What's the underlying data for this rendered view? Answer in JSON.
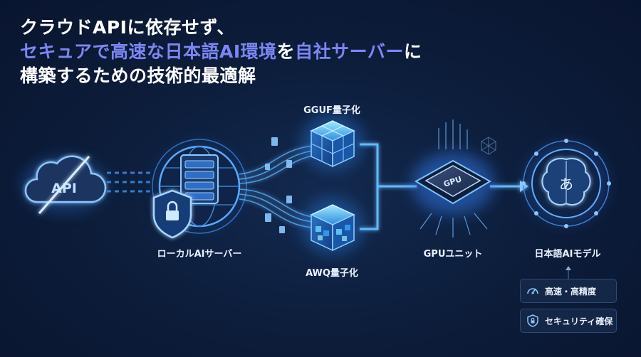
{
  "title": {
    "line1": "クラウドAPIに依存せず、",
    "line2_accent1": "セキュアで高速な日本語AI環境",
    "line2_mid": "を",
    "line2_accent2": "自社サーバー",
    "line2_end": "に",
    "line3": "構築するための技術的最適解"
  },
  "diagram": {
    "cloud_text": "API",
    "gpu_chip_text": "GPU",
    "brain_char": "あ",
    "labels": {
      "server": "ローカルAIサーバー",
      "gguf": "GGUF量子化",
      "awq": "AWQ量子化",
      "gpu": "GPUユニット",
      "model": "日本語AIモデル"
    }
  },
  "badges": [
    {
      "label": "高速・高精度",
      "icon": "speedometer-icon"
    },
    {
      "label": "セキュリティ確保",
      "icon": "shield-lock-icon"
    }
  ],
  "colors": {
    "background": "#0c1c39",
    "accent_text": "#7c86f2",
    "glow_blue": "#3d9bff",
    "cyan": "#59d4ff"
  }
}
